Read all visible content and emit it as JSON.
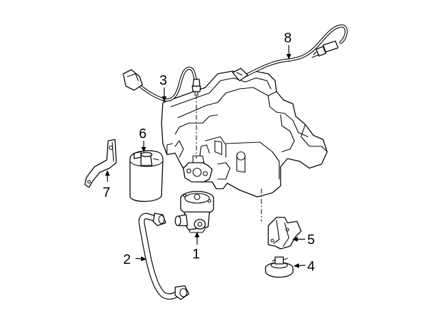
{
  "callouts": [
    {
      "id": "1",
      "text": "1"
    },
    {
      "id": "2",
      "text": "2"
    },
    {
      "id": "3",
      "text": "3"
    },
    {
      "id": "4",
      "text": "4"
    },
    {
      "id": "5",
      "text": "5"
    },
    {
      "id": "6",
      "text": "6"
    },
    {
      "id": "7",
      "text": "7"
    },
    {
      "id": "8",
      "text": "8"
    }
  ],
  "parts": [
    {
      "callout": "1",
      "icon": "egr-valve-icon"
    },
    {
      "callout": "2",
      "icon": "egr-tube-icon"
    },
    {
      "callout": "3",
      "icon": "oxygen-sensor-front-icon"
    },
    {
      "callout": "4",
      "icon": "vacuum-modulator-icon"
    },
    {
      "callout": "5",
      "icon": "mounting-bracket-icon"
    },
    {
      "callout": "6",
      "icon": "vapor-canister-icon"
    },
    {
      "callout": "7",
      "icon": "canister-bracket-icon"
    },
    {
      "callout": "8",
      "icon": "oxygen-sensor-rear-icon"
    }
  ],
  "colors": {
    "line": "#000000",
    "background": "#ffffff"
  }
}
